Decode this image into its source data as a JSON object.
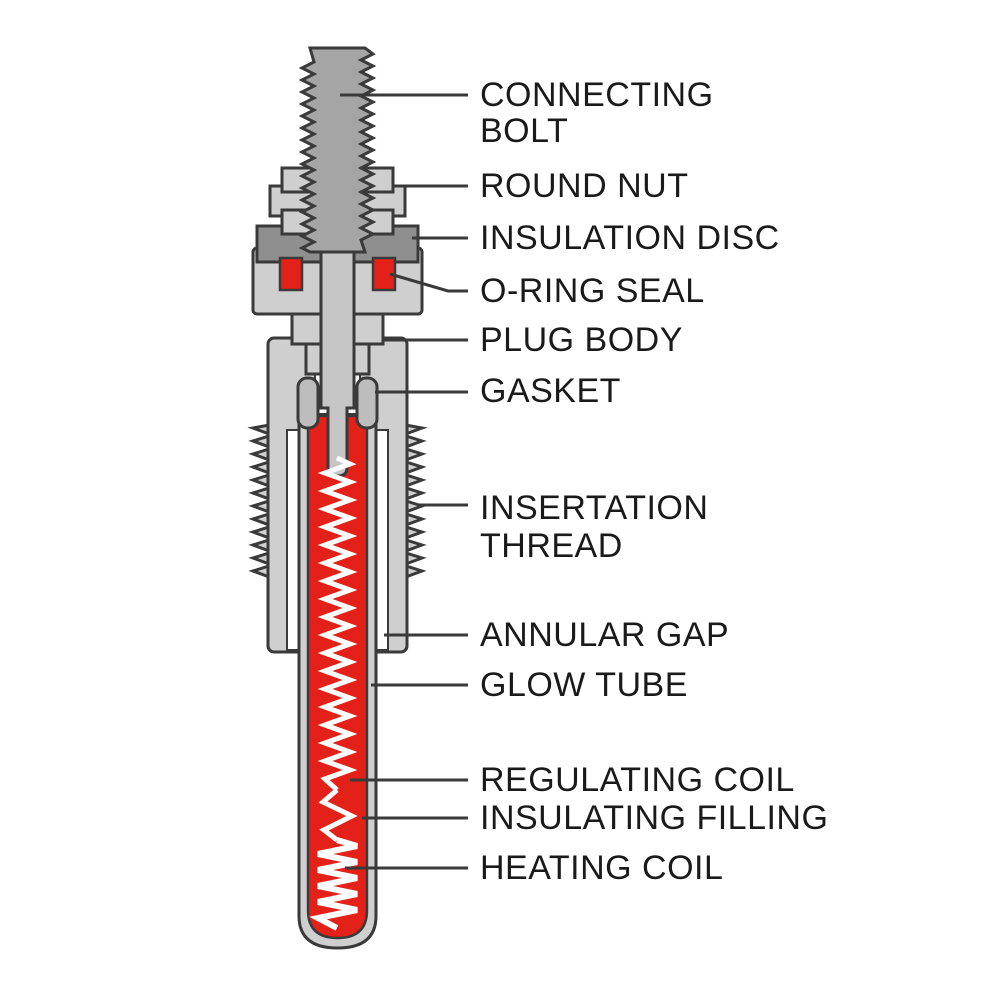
{
  "diagram": {
    "subject": "glow-plug-cross-section"
  },
  "labels": [
    {
      "name": "connecting-bolt",
      "line1": "CONNECTING",
      "line2": "BOLT"
    },
    {
      "name": "round-nut",
      "line1": "ROUND NUT"
    },
    {
      "name": "insulation-disc",
      "line1": "INSULATION DISC"
    },
    {
      "name": "o-ring-seal",
      "line1": "O-RING SEAL"
    },
    {
      "name": "plug-body",
      "line1": "PLUG BODY"
    },
    {
      "name": "gasket",
      "line1": "GASKET"
    },
    {
      "name": "insertation-thread",
      "line1": "INSERTATION",
      "line2": "THREAD"
    },
    {
      "name": "annular-gap",
      "line1": "ANNULAR GAP"
    },
    {
      "name": "glow-tube",
      "line1": "GLOW TUBE"
    },
    {
      "name": "regulating-coil",
      "line1": "REGULATING COIL"
    },
    {
      "name": "insulating-filling",
      "line1": "INSULATING FILLING"
    },
    {
      "name": "heating-coil",
      "line1": "HEATING COIL"
    }
  ],
  "colors": {
    "metal_light": "#cfcfcf",
    "metal_mid": "#bdbdbd",
    "metal_dark": "#a5a5a5",
    "disc_gray": "#8f8f8f",
    "red": "#e32119",
    "outline": "#3a3a3a",
    "coil_white": "#ffffff",
    "text": "#1a1a1a",
    "background": "#ffffff"
  }
}
